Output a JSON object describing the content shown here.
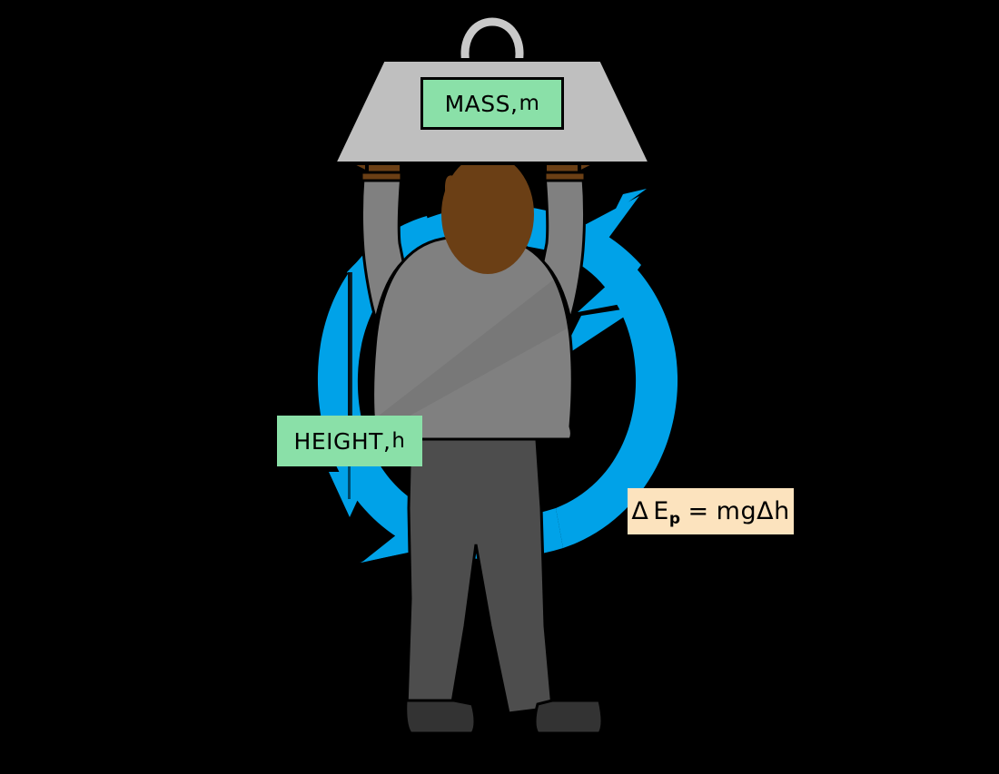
{
  "diagram": {
    "title": "Gravitational Potential Energy Diagram",
    "background_color": "#000000",
    "subject": "person lifting a mass overhead",
    "labels": {
      "mass": {
        "text": "MASS, m",
        "text_main": "MASS,",
        "symbol": "m",
        "box_color": "#8AE0A8",
        "border_color": "#000000",
        "text_color": "#000000"
      },
      "height": {
        "text": "HEIGHT, h",
        "text_main": "HEIGHT,",
        "symbol": "h",
        "box_color": "#8AE0A8",
        "text_color": "#000000"
      },
      "formula": {
        "text": "Δ Ep = mgΔh",
        "delta": "Δ",
        "energy_symbol": "E",
        "energy_subscript": "p",
        "equals": "=",
        "right_side": "mgΔh",
        "box_color": "#FCE3BE",
        "text_color": "#000000"
      }
    },
    "figure": {
      "skin_color": "#6B3F15",
      "shirt_color": "#808080",
      "trouser_color": "#4D4D4D",
      "shoe_color": "#333333",
      "outline_color": "#000000"
    },
    "weight": {
      "body_color": "#BFBFBF",
      "ring_color": "#C9C9C9",
      "outline_color": "#000000",
      "shape": "trapezoid"
    },
    "arrows": {
      "circular_arrow_color": "#00A2E8",
      "height_arrow_color": "#00A2E8",
      "height_arrow_direction": "down",
      "circular_arrow_direction": "clockwise"
    },
    "icons": {
      "ring_handle": "ring-handle-icon",
      "mitten_left": "left-hand-icon",
      "mitten_right": "right-hand-icon",
      "circle_arrow": "circular-arrow-icon",
      "down_arrow": "down-arrow-icon"
    }
  }
}
